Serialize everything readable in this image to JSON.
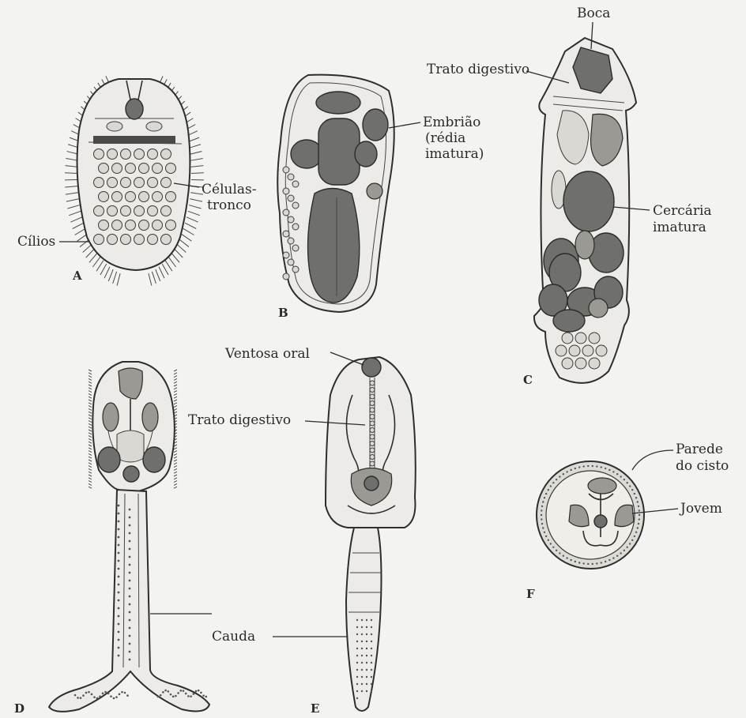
{
  "figure": {
    "panels": {
      "A": {
        "letter": "A",
        "labels": {
          "stem_cells_line1": "Células-",
          "stem_cells_line2": "tronco",
          "cilia": "Cílios"
        }
      },
      "B": {
        "letter": "B",
        "labels": {
          "embryo_line1": "Embrião",
          "embryo_line2": "(rédia",
          "embryo_line3": "imatura)"
        }
      },
      "C": {
        "letter": "C",
        "labels": {
          "mouth": "Boca",
          "digestive_tract": "Trato digestivo",
          "cercaria_line1": "Cercária",
          "cercaria_line2": "imatura"
        }
      },
      "D": {
        "letter": "D"
      },
      "E": {
        "letter": "E",
        "labels": {
          "oral_sucker": "Ventosa oral",
          "digestive_tract": "Trato digestivo",
          "tail": "Cauda"
        }
      },
      "F": {
        "letter": "F",
        "labels": {
          "cyst_wall_line1": "Parede",
          "cyst_wall_line2": "do cisto",
          "young": "Jovem"
        }
      }
    }
  }
}
